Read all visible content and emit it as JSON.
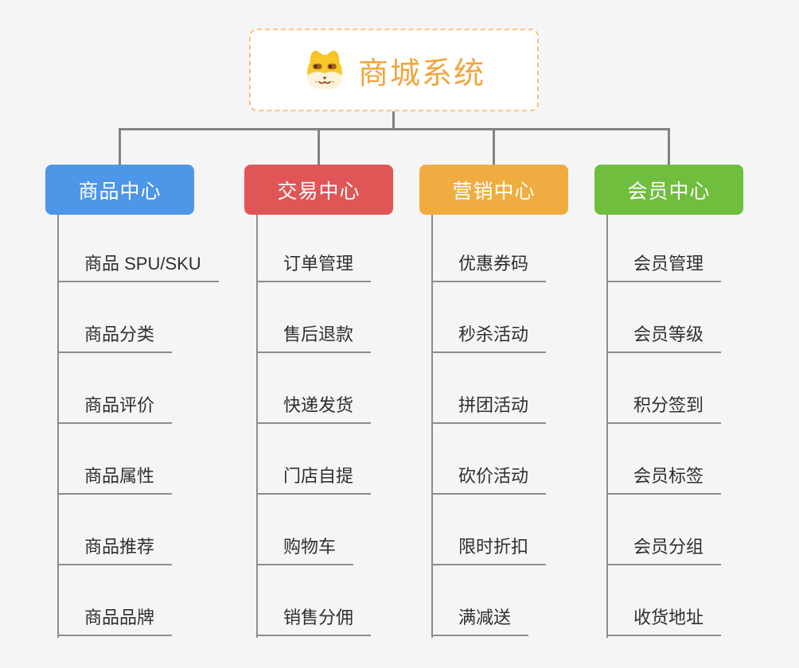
{
  "root": {
    "title": "商城系统",
    "icon": "dog-face-icon",
    "text_color": "#f0a63c",
    "border_color": "#f6c67e"
  },
  "connector_color": "#828282",
  "line_color": "#8c8c8c",
  "background_color": "#f5f5f5",
  "branches": [
    {
      "title": "商品中心",
      "color": "#4d96e8",
      "items": [
        "商品 SPU/SKU",
        "商品分类",
        "商品评价",
        "商品属性",
        "商品推荐",
        "商品品牌"
      ]
    },
    {
      "title": "交易中心",
      "color": "#e05656",
      "items": [
        "订单管理",
        "售后退款",
        "快递发货",
        "门店自提",
        "购物车",
        "销售分佣"
      ]
    },
    {
      "title": "营销中心",
      "color": "#efad41",
      "items": [
        "优惠券码",
        "秒杀活动",
        "拼团活动",
        "砍价活动",
        "限时折扣",
        "满减送"
      ]
    },
    {
      "title": "会员中心",
      "color": "#6fbe3e",
      "items": [
        "会员管理",
        "会员等级",
        "积分签到",
        "会员标签",
        "会员分组",
        "收货地址"
      ]
    }
  ]
}
